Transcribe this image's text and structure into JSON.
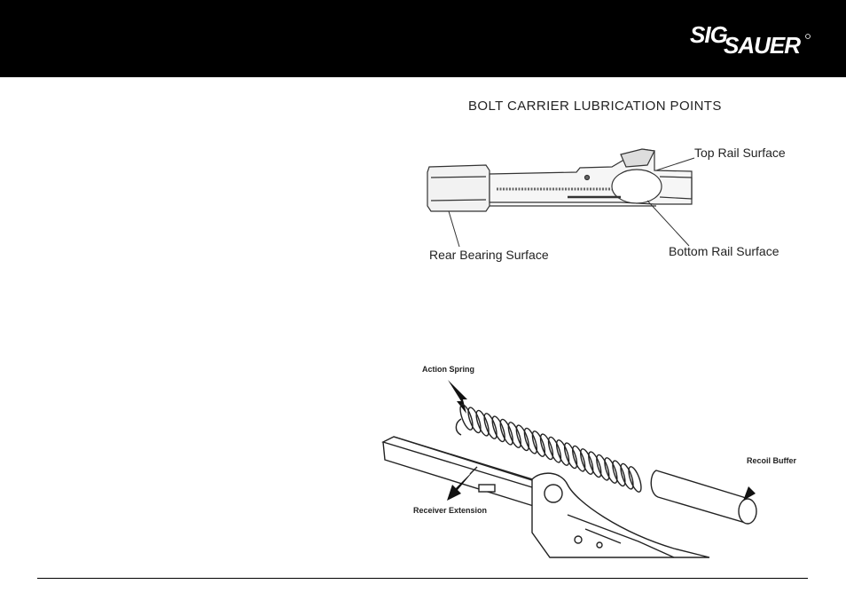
{
  "header": {
    "brand": "SIG SAUER",
    "brand_parts": [
      "SIG",
      "SAUER"
    ],
    "background_color": "#000000",
    "logo_color": "#ffffff"
  },
  "bolt_carrier_figure": {
    "title": "BOLT CARRIER LUBRICATION POINTS",
    "labels": {
      "top_rail": "Top Rail Surface",
      "rear_bearing": "Rear Bearing Surface",
      "bottom_rail": "Bottom Rail Surface"
    }
  },
  "buffer_assembly_figure": {
    "labels": {
      "action_spring": "Action Spring",
      "recoil_buffer": "Recoil Buffer",
      "receiver_extension": "Receiver Extension"
    }
  }
}
